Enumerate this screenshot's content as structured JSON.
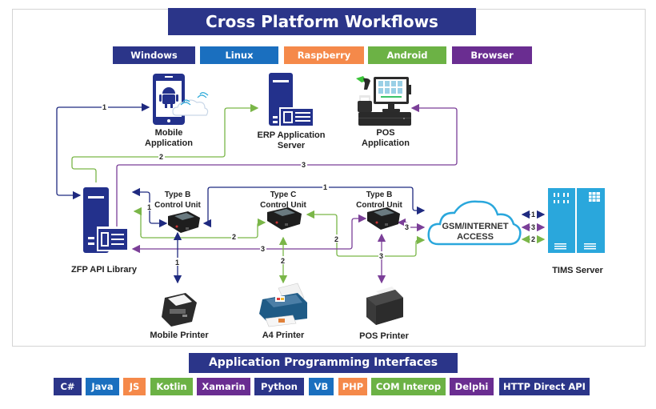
{
  "title": "Cross Platform Workflows",
  "platforms": [
    {
      "label": "Windows",
      "color": "#2b3589"
    },
    {
      "label": "Linux",
      "color": "#1a6fbf"
    },
    {
      "label": "Raspberry",
      "color": "#f5894a"
    },
    {
      "label": "Android",
      "color": "#6cb245"
    },
    {
      "label": "Browser",
      "color": "#6a2d91"
    }
  ],
  "nodes": {
    "mobile_app": {
      "line1": "Mobile",
      "line2": "Application"
    },
    "erp": {
      "line1": "ERP Application",
      "line2": "Server"
    },
    "pos_app": {
      "line1": "POS",
      "line2": "Application"
    },
    "zfp": {
      "label": "ZFP API Library"
    },
    "cu_left": {
      "line1": "Type B",
      "line2": "Control Unit"
    },
    "cu_mid": {
      "line1": "Type C",
      "line2": "Control Unit"
    },
    "cu_right": {
      "line1": "Type B",
      "line2": "Control Unit"
    },
    "cloud": {
      "line1": "GSM/INTERNET",
      "line2": "ACCESS"
    },
    "tims": {
      "label": "TIMS Server"
    },
    "mobile_printer": {
      "label": "Mobile Printer"
    },
    "a4_printer": {
      "label": "A4 Printer"
    },
    "pos_printer": {
      "label": "POS Printer"
    }
  },
  "connections": {
    "colors": {
      "1": "#1f2a80",
      "2": "#7ab648",
      "3": "#7b3f98"
    },
    "labels": {
      "one": "1",
      "two": "2",
      "three": "3"
    }
  },
  "api_title": "Application Programming Interfaces",
  "apis": [
    {
      "label": "C#",
      "color": "#2b3589"
    },
    {
      "label": "Java",
      "color": "#1a6fbf"
    },
    {
      "label": "JS",
      "color": "#f5894a"
    },
    {
      "label": "Kotlin",
      "color": "#6cb245"
    },
    {
      "label": "Xamarin",
      "color": "#6a2d91"
    },
    {
      "label": "Python",
      "color": "#2b3589"
    },
    {
      "label": "VB",
      "color": "#1a6fbf"
    },
    {
      "label": "PHP",
      "color": "#f5894a"
    },
    {
      "label": "COM Interop",
      "color": "#6cb245"
    },
    {
      "label": "Delphi",
      "color": "#6a2d91"
    },
    {
      "label": "HTTP Direct API",
      "color": "#2b3589"
    }
  ]
}
